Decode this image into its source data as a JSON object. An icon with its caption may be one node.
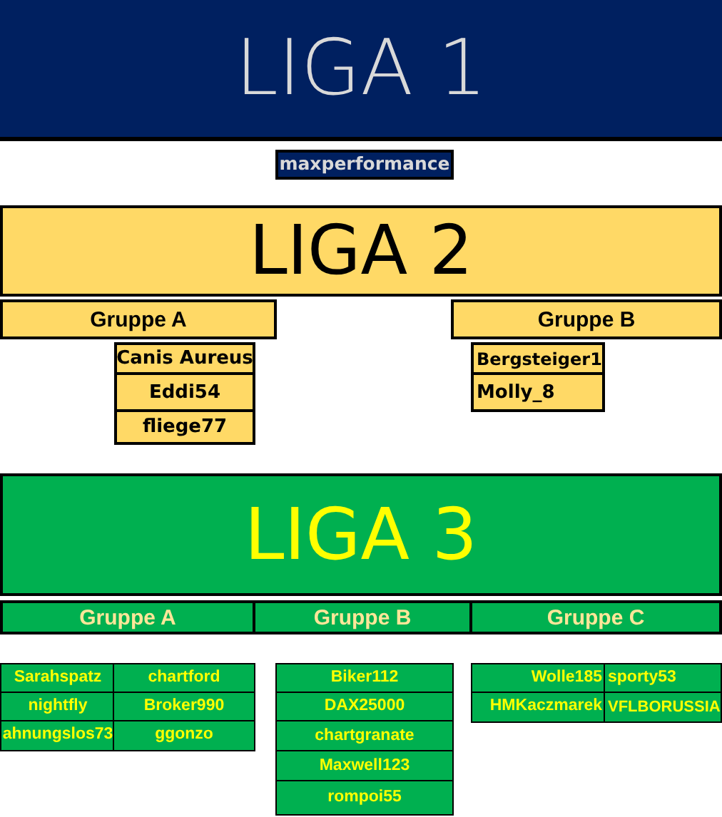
{
  "diagram": {
    "nodes": [
      {
        "text": [
          "LIGA 1"
        ]
      },
      {
        "text": [
          "maxperformance"
        ]
      },
      {
        "text": [
          "LIGA 2"
        ]
      },
      {
        "text": [
          "Gruppe A"
        ]
      },
      {
        "text": [
          "Gruppe B"
        ]
      },
      {
        "text": [
          "Canis Aureus"
        ]
      },
      {
        "text": [
          "Eddi54"
        ]
      },
      {
        "text": [
          "fliege77"
        ]
      },
      {
        "text": [
          "Bergsteiger1"
        ]
      },
      {
        "text": [
          "Molly_8"
        ]
      },
      {
        "text": [
          "LIGA 3"
        ]
      },
      {
        "text": [
          "Gruppe A"
        ]
      },
      {
        "text": [
          "Gruppe B"
        ]
      },
      {
        "text": [
          "Gruppe C"
        ]
      },
      {
        "text": [
          "Sarahspatz"
        ]
      },
      {
        "text": [
          "chartford"
        ]
      },
      {
        "text": [
          "nightfly"
        ]
      },
      {
        "text": [
          "Broker990"
        ]
      },
      {
        "text": [
          "ahnungslos73"
        ]
      },
      {
        "text": [
          "ggonzo"
        ]
      },
      {
        "text": [
          "Biker112"
        ]
      },
      {
        "text": [
          "DAX25000"
        ]
      },
      {
        "text": [
          "chartgranate"
        ]
      },
      {
        "text": [
          "Maxwell123"
        ]
      },
      {
        "text": [
          "rompoi55"
        ]
      },
      {
        "text": [
          "Wolle185"
        ]
      },
      {
        "text": [
          "sporty53"
        ]
      },
      {
        "text": [
          "HMKaczmarek"
        ]
      },
      {
        "text": [
          "VFLBORUSSIA"
        ]
      }
    ]
  }
}
